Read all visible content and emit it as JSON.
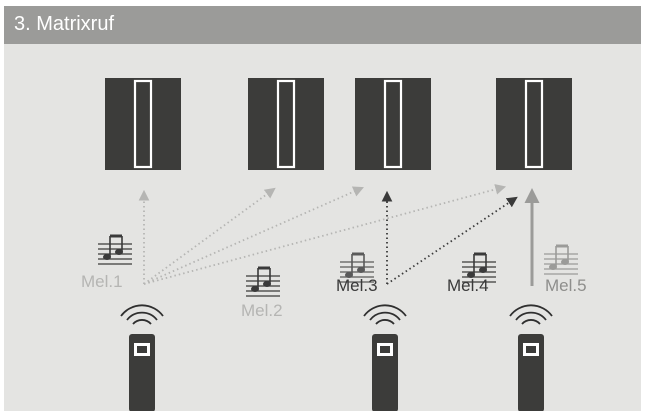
{
  "title": "3. Matrixruf",
  "melodies": [
    {
      "label": "Mel.1",
      "color": "#b5b5b3"
    },
    {
      "label": "Mel.2",
      "color": "#b5b5b3"
    },
    {
      "label": "Mel.3",
      "color": "#3a3a3a"
    },
    {
      "label": "Mel.4",
      "color": "#3a3a3a"
    },
    {
      "label": "Mel.5",
      "color": "#8e8e8c"
    }
  ],
  "colors": {
    "panel_bg": "#e4e4e2",
    "header_bg": "#9b9b99",
    "device_dark": "#3c3c3a",
    "arrow_light": "#b5b5b3",
    "arrow_dark": "#3a3a3a",
    "arrow_medium": "#9b9b99"
  },
  "icons": {
    "receiver": "door-call-panel-icon",
    "transmitter": "handheld-transmitter-icon",
    "melody": "music-notes-icon"
  }
}
